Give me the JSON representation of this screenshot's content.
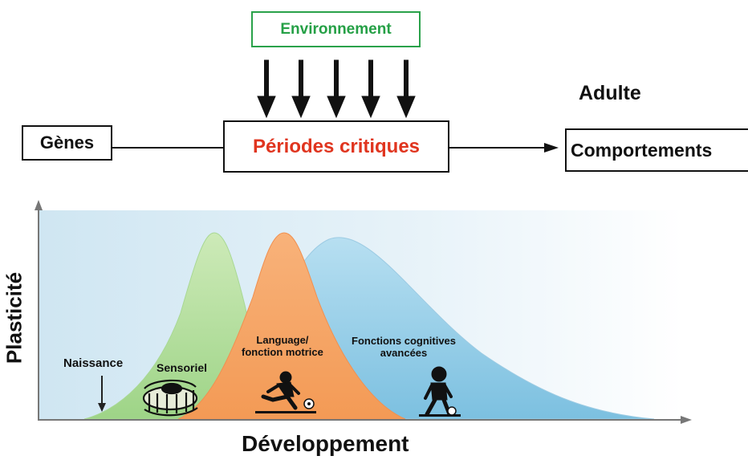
{
  "top": {
    "environment": "Environnement",
    "genes": "Gènes",
    "critical_periods": "Périodes critiques",
    "adult": "Adulte",
    "behaviors": "Comportements"
  },
  "graph": {
    "y_axis_label": "Plasticité",
    "x_axis_label": "Développement",
    "birth_label": "Naissance",
    "sensory_label": "Sensoriel",
    "language_label": [
      "Language/",
      "fonction motrice"
    ],
    "cognitive_label": [
      "Fonctions cognitives",
      "avancées"
    ]
  },
  "colors": {
    "green_curve": "#b9e3a5",
    "orange_curve": "#f6a262",
    "blue_curve": "#9fd1ea",
    "environment_green": "#25a046",
    "critical_red": "#e0351f"
  },
  "icons": [
    "crib-icon",
    "running-child-icon",
    "soccer-player-icon",
    "soccer-ball-icon"
  ]
}
